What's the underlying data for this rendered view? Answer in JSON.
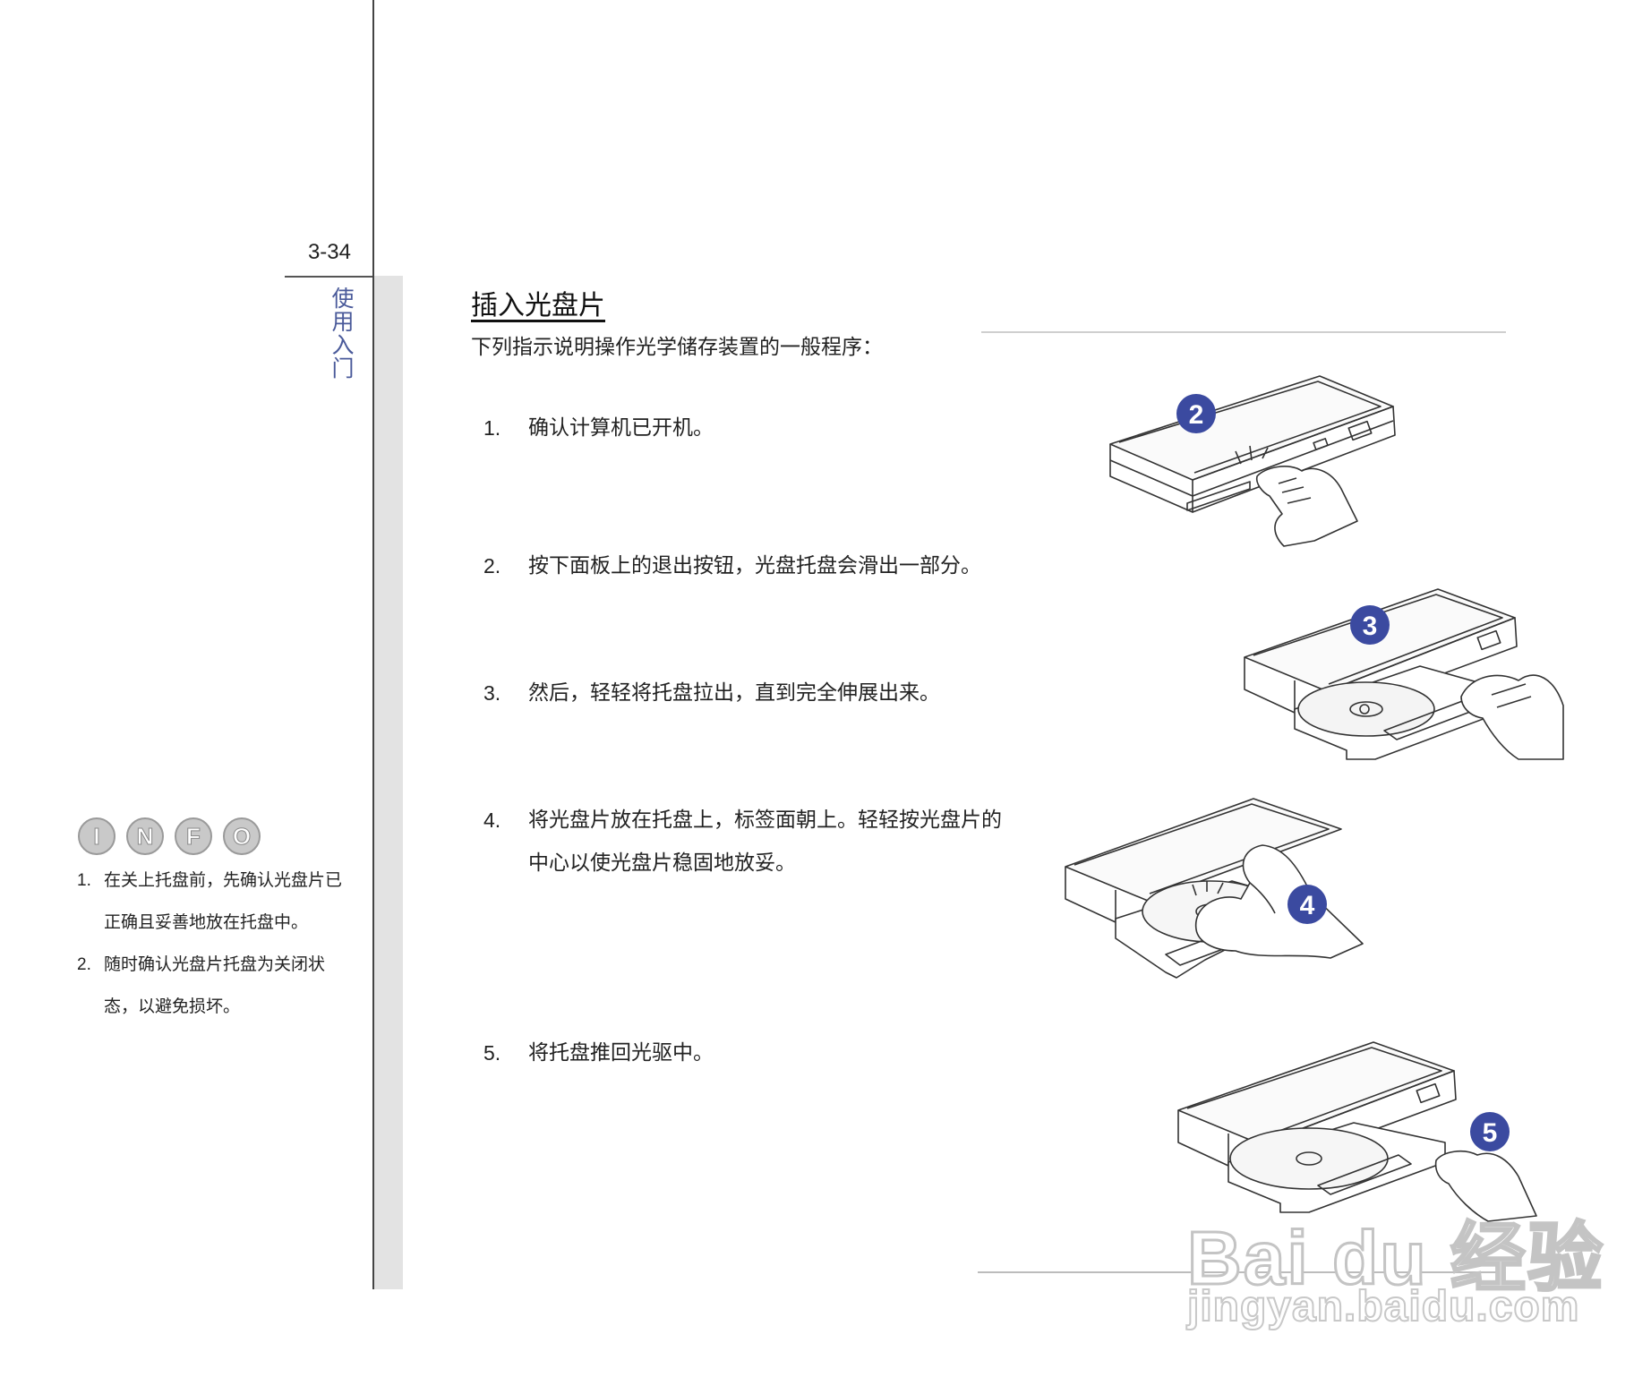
{
  "page": {
    "number": "3-34",
    "chapter": "使用入门"
  },
  "section": {
    "title": "插入光盘片",
    "intro": "下列指示说明操作光学储存装置的一般程序："
  },
  "steps": [
    {
      "num": "1.",
      "text": "确认计算机已开机。"
    },
    {
      "num": "2.",
      "text": "按下面板上的退出按钮，光盘托盘会滑出一部分。"
    },
    {
      "num": "3.",
      "text": "然后，轻轻将托盘拉出，直到完全伸展出来。"
    },
    {
      "num": "4.",
      "text": "将光盘片放在托盘上，标签面朝上。轻轻按光盘片的中心以使光盘片稳固地放妥。"
    },
    {
      "num": "5.",
      "text": "将托盘推回光驱中。"
    }
  ],
  "info": {
    "logo_letters": [
      "I",
      "N",
      "F",
      "O"
    ],
    "notes": [
      {
        "num": "1.",
        "text": "在关上托盘前，先确认光盘片已正确且妥善地放在托盘中。"
      },
      {
        "num": "2.",
        "text": "随时确认光盘片托盘为关闭状态，以避免损坏。"
      }
    ]
  },
  "illustrations": [
    {
      "badge": "2",
      "icon": "laptop-eject-button-illustration"
    },
    {
      "badge": "3",
      "icon": "laptop-tray-pull-illustration"
    },
    {
      "badge": "4",
      "icon": "laptop-disc-place-illustration"
    },
    {
      "badge": "5",
      "icon": "laptop-tray-push-illustration"
    }
  ],
  "watermark": {
    "line1": "Bai du 经验",
    "line2": "jingyan.baidu.com"
  },
  "colors": {
    "badge": "#3b4aa0",
    "chapter_text": "#4a5a9a",
    "band": "#e3e3e3"
  }
}
